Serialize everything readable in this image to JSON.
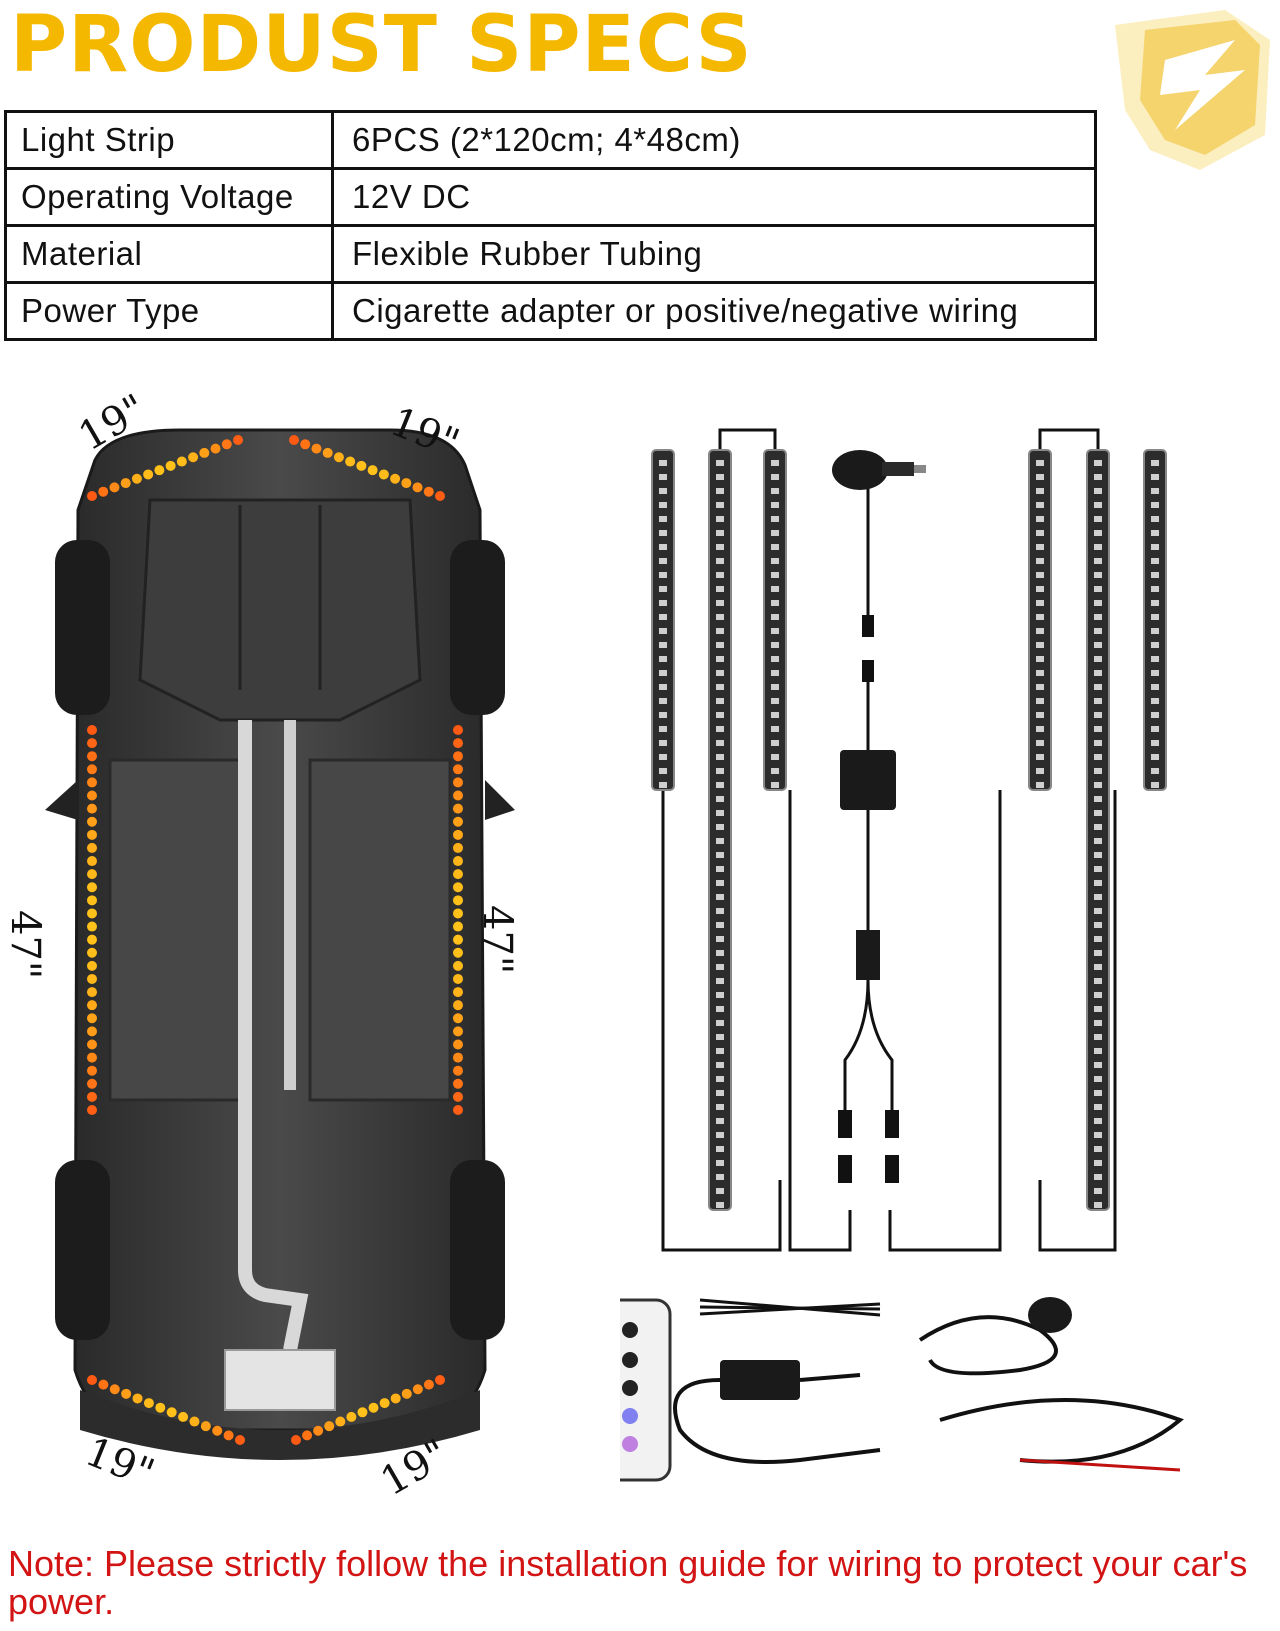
{
  "header": {
    "title": "PRODUST SPECS"
  },
  "specs": {
    "rows": [
      {
        "label": "Light Strip",
        "value": "6PCS (2*120cm; 4*48cm)"
      },
      {
        "label": "Operating Voltage",
        "value": "12V DC"
      },
      {
        "label": "Material",
        "value": "Flexible Rubber Tubing"
      },
      {
        "label": "Power Type",
        "value": "Cigarette adapter or positive/negative wiring"
      }
    ]
  },
  "dimensions": {
    "front_left": "19\"",
    "front_right": "19\"",
    "side_left": "47\"",
    "side_right": "47\"",
    "rear_left": "19\"",
    "rear_right": "19\""
  },
  "colors": {
    "title": "#f5b800",
    "note": "#d21414",
    "led_orange": "#ff5a14",
    "led_yellow": "#ffc21a",
    "car_body": "#3a3a3a"
  },
  "icons": [
    "brand-logo-icon",
    "car-underside-icon",
    "remote-control-icon",
    "cigarette-adapter-icon",
    "control-box-icon",
    "cable-ties-icon"
  ],
  "note": {
    "text": "Note: Please strictly follow the installation guide for wiring to protect your car's power."
  }
}
